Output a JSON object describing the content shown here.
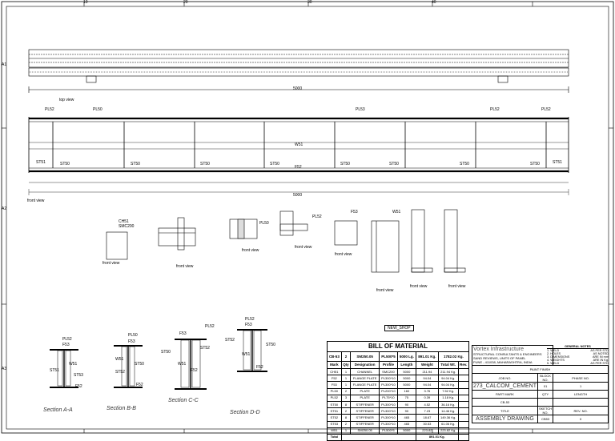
{
  "sheet": {
    "border_zone_numbers_top": [
      "10",
      "20",
      "30",
      "40"
    ],
    "border_zone_letters": [
      "A1",
      "A2",
      "A3"
    ]
  },
  "views": {
    "top_view": "top view",
    "front_view_main": "front view",
    "detail_front_views": [
      "front view",
      "front view",
      "front view",
      "front view",
      "front view",
      "front view",
      "front view",
      "front view"
    ],
    "sections": [
      "Section A-A",
      "Section B-B",
      "Section C-C",
      "Section D-D"
    ]
  },
  "main_labels": {
    "plates_top": [
      "PL52",
      "PL50",
      "PL53",
      "PL52",
      "PL52"
    ],
    "stiffeners": [
      "ST51",
      "ST50",
      "ST50",
      "ST50",
      "ST50",
      "ST50",
      "ST50",
      "ST50",
      "ST50",
      "ST51"
    ],
    "web": "W51",
    "flange": "F52",
    "overall_dim": "5000"
  },
  "details": {
    "ch": "CH51",
    "ch_sub": "SMC200",
    "pl1": "PL52",
    "pl2": "PL50",
    "f53": "F53",
    "w51": "W51"
  },
  "section_labels": {
    "a": [
      "PL52",
      "F53",
      "ST51",
      "W51",
      "ST53",
      "F52"
    ],
    "b": [
      "PL50",
      "F53",
      "ST50",
      "W51",
      "ST52",
      "F52"
    ],
    "c": [
      "F53",
      "PL52",
      "ST50",
      "ST52",
      "W51",
      "F52"
    ],
    "d": [
      "PL52",
      "F53",
      "ST52",
      "ST50",
      "W51",
      "F52"
    ]
  },
  "new_shop": "NEW_SHOP",
  "bom": {
    "title": "BILL OF MATERIAL",
    "header": [
      "CB-53",
      "2",
      "SM250.05",
      "PL500*5",
      "5000 Lg.",
      "891.01 Kg.",
      "1782.02 Kg."
    ],
    "columns": [
      "Mark",
      "Qty",
      "Designation",
      "Profile",
      "Length",
      "Weight",
      "Total Wt.",
      "Rev."
    ],
    "rows": [
      [
        "CH51",
        "1",
        "CHANNEL",
        "SMC200",
        "5000",
        "211.94",
        "211.94 Kg.",
        ""
      ],
      [
        "F52",
        "1",
        "FLANGE PLATE",
        "PL300*10",
        "5000",
        "94.04",
        "94.04 Kg.",
        ""
      ],
      [
        "F53",
        "1",
        "FLANGE PLATE",
        "PL300*10",
        "5000",
        "94.04",
        "94.04 Kg.",
        ""
      ],
      [
        "PL50",
        "2",
        "PLATE",
        "PL200*10",
        "160",
        "3.76",
        "7.52 Kg.",
        ""
      ],
      [
        "PL52",
        "3",
        "PLATE",
        "PL75*10",
        "75",
        "0.39",
        "1.18 Kg.",
        ""
      ],
      [
        "ST50",
        "8",
        "STIFFENER",
        "PL300*10",
        "90",
        "4.52",
        "36.16 Kg.",
        ""
      ],
      [
        "ST51",
        "2",
        "STIFFENER",
        "PL300*10",
        "90",
        "7.23",
        "14.46 Kg.",
        ""
      ],
      [
        "ST52",
        "8",
        "STIFFENER",
        "PL300*10",
        "465",
        "18.67",
        "149.36 Kg.",
        ""
      ],
      [
        "ST53",
        "2",
        "STIFFENER",
        "PL300*10",
        "465",
        "30.53",
        "61.06 Kg.",
        ""
      ],
      [
        "W51",
        "1",
        "SM250.05",
        "PL500*5",
        "5000",
        "223.82",
        "223.82 Kg.",
        ""
      ]
    ],
    "total_label": "Total",
    "total_value": "891.01 Kg."
  },
  "title_block": {
    "company": "Vortex Infrastructure",
    "company_line1": "STRUCTURAL CONSULTANTS & ENGINEERS",
    "company_line2": "SAND REVIEWS, UNITS OF PANEL",
    "company_line3": "PUNE - 411038, MAHARASHTRA, INDIA",
    "paint_finish": "PAINT FINISH",
    "job_no_label": "JOB NO.",
    "block_no_label": "BLOCK NO.",
    "phase_label": "PHASE NO.",
    "job_name": "273_CALCOM_CEMENT",
    "block_no": "01",
    "phase_no": "1",
    "part_mark_label": "PART MARK",
    "qty_label": "QTY",
    "length_label": "LENGTH",
    "cb_label": "CB-53",
    "title_label": "TITLE",
    "sketch_label": "SKETCH NO.",
    "rev_label": "REV. NO.",
    "title": "ASSEMBLY DRAWING",
    "sketch_no": "CB53",
    "rev_no": "0"
  },
  "general_notes": {
    "heading": "GENERAL NOTES",
    "rows": [
      [
        "1. WELD",
        "AS PER STD"
      ],
      [
        "2. HOLES",
        "AS NOTED"
      ],
      [
        "3. DIMENSIONS",
        "ARE IN mm"
      ],
      [
        "4. WEIGHTS",
        "ARE IN Kg."
      ],
      [
        "5. WELD",
        "AS PER STD"
      ]
    ]
  }
}
